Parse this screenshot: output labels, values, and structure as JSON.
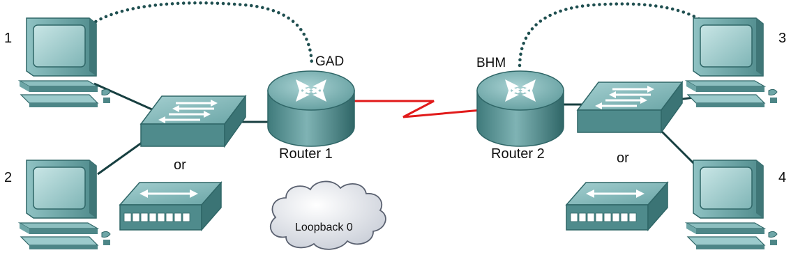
{
  "labels": {
    "pc1": "1",
    "pc2": "2",
    "pc3": "3",
    "pc4": "4",
    "gad": "GAD",
    "bhm": "BHM",
    "router1": "Router 1",
    "router2": "Router 2",
    "or_left": "or",
    "or_right": "or",
    "loopback": "Loopback 0"
  },
  "colors": {
    "device_teal": "#5e9a9b",
    "device_dark": "#2f6667",
    "serial_link": "#e11a1a",
    "console_dots": "#1f4f50",
    "ethernet": "#173f40"
  },
  "icons": [
    "pc-icon",
    "workgroup-switch-icon",
    "hub-icon",
    "router-icon",
    "cloud-icon",
    "serial-link-icon",
    "console-cable"
  ]
}
